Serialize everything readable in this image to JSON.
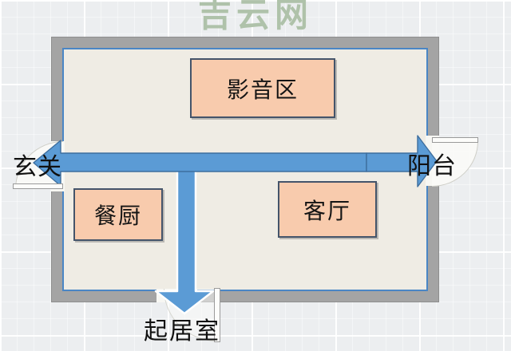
{
  "watermark": {
    "text": "吉云网",
    "color": "#afc2aa"
  },
  "diagram": {
    "type": "floor-plan-flow-diagram",
    "rooms": [
      {
        "id": "media-zone",
        "label": "影音区"
      },
      {
        "id": "dining-kitchen-zone",
        "label": "餐厨"
      },
      {
        "id": "living-room-zone",
        "label": "客厅"
      }
    ],
    "portals": [
      {
        "id": "entryway",
        "label": "玄关",
        "direction": "left"
      },
      {
        "id": "balcony",
        "label": "阳台",
        "direction": "right"
      },
      {
        "id": "living-quarters",
        "label": "起居室",
        "direction": "down"
      }
    ],
    "flows": [
      {
        "from": "entryway",
        "to": "balcony",
        "style": "double-headed horizontal corridor arrow"
      },
      {
        "from": "corridor",
        "to": "living-quarters",
        "style": "downward arrow through bottom wall"
      }
    ],
    "colors": {
      "arrow_fill": "#5b9bd5",
      "arrow_outline": "#3d6e9e",
      "zone_fill": "#f8cbad",
      "zone_border": "#44546a",
      "wall": "#a4a4a4",
      "floor": "#efece4",
      "inner_border": "#4a86c5",
      "background": "#eceef0",
      "watermark": "#afc2aa"
    }
  }
}
